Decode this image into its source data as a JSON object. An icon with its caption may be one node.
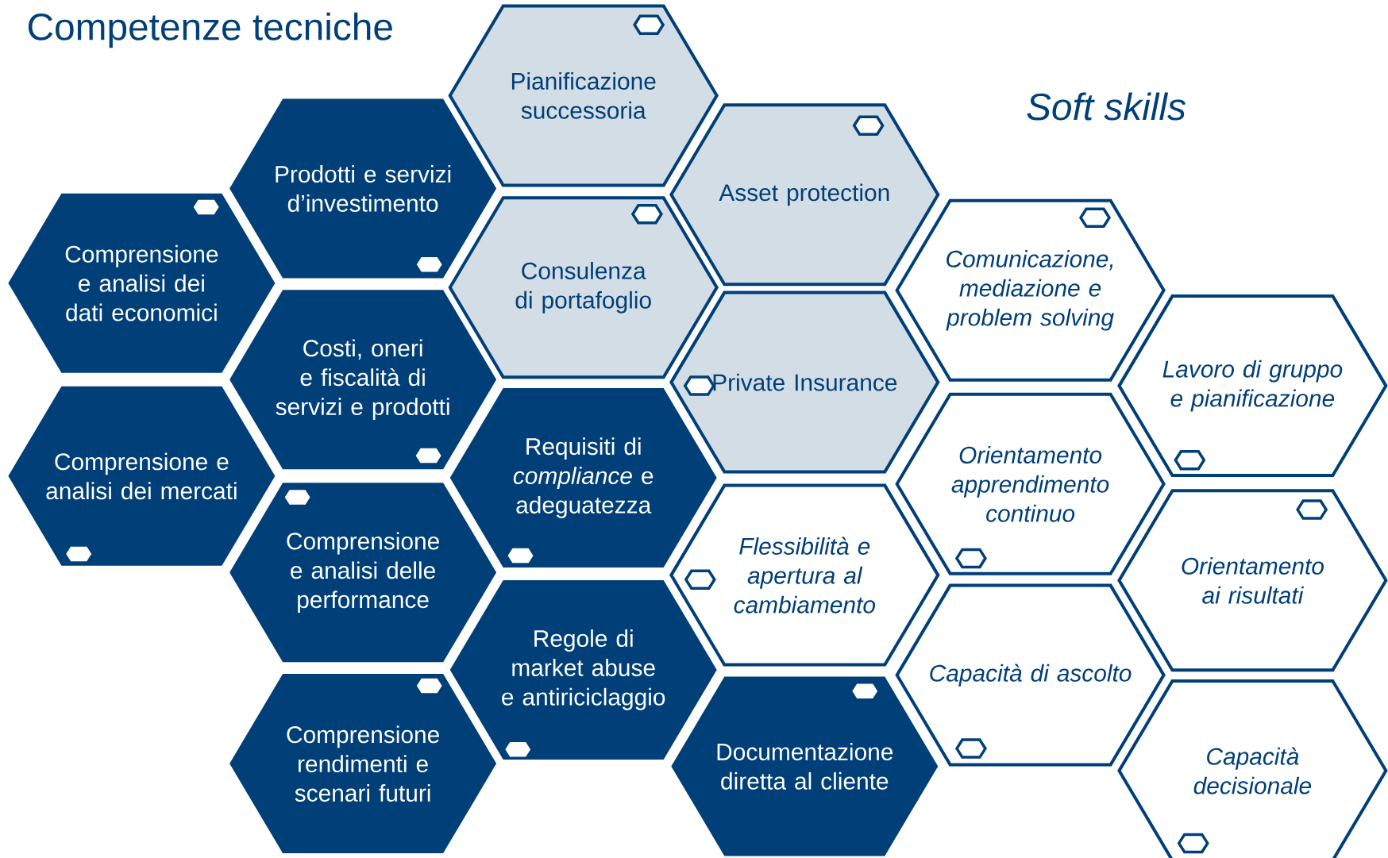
{
  "diagram": {
    "title": "Competenze tecniche",
    "nodes": [
      {
        "text": [
          "Comprensione e analisi dei dati economici"
        ]
      },
      {
        "text": [
          "Comprensione e analisi dei mercati"
        ]
      },
      {
        "text": [
          "Prodotti e servizi d’investimento"
        ]
      },
      {
        "text": [
          "Costi, oneri e fiscalità di servizi e prodotti"
        ]
      },
      {
        "text": [
          "Comprensione e analisi delle performance"
        ]
      },
      {
        "text": [
          "Comprensione rendimenti e scenari futuri"
        ]
      },
      {
        "text": [
          "Pianificazione successoria"
        ]
      },
      {
        "text": [
          "Consulenza di portafoglio"
        ]
      },
      {
        "text": [
          "Requisiti di *compliance* e adeguatezza"
        ]
      },
      {
        "text": [
          "Regole di market abuse e antiriciclaggio"
        ]
      },
      {
        "text": [
          "Asset protection"
        ]
      },
      {
        "text": [
          "Private Insurance"
        ]
      },
      {
        "text": [
          "Flessibilità e apertura al cambiamento"
        ]
      },
      {
        "text": [
          "Documentazione diretta al cliente"
        ]
      },
      {
        "text": [
          "Comunicazione, mediazione e problem solving"
        ]
      },
      {
        "text": [
          "Orientamento apprendimento continuo"
        ]
      },
      {
        "text": [
          "Capacità di ascolto"
        ]
      },
      {
        "text": [
          "Lavoro di gruppo e pianificazione"
        ]
      },
      {
        "text": [
          "Orientamento ai risultati"
        ]
      },
      {
        "text": [
          "Capacità decisionale"
        ]
      }
    ],
    "labels": [
      "Soft skills"
    ]
  }
}
